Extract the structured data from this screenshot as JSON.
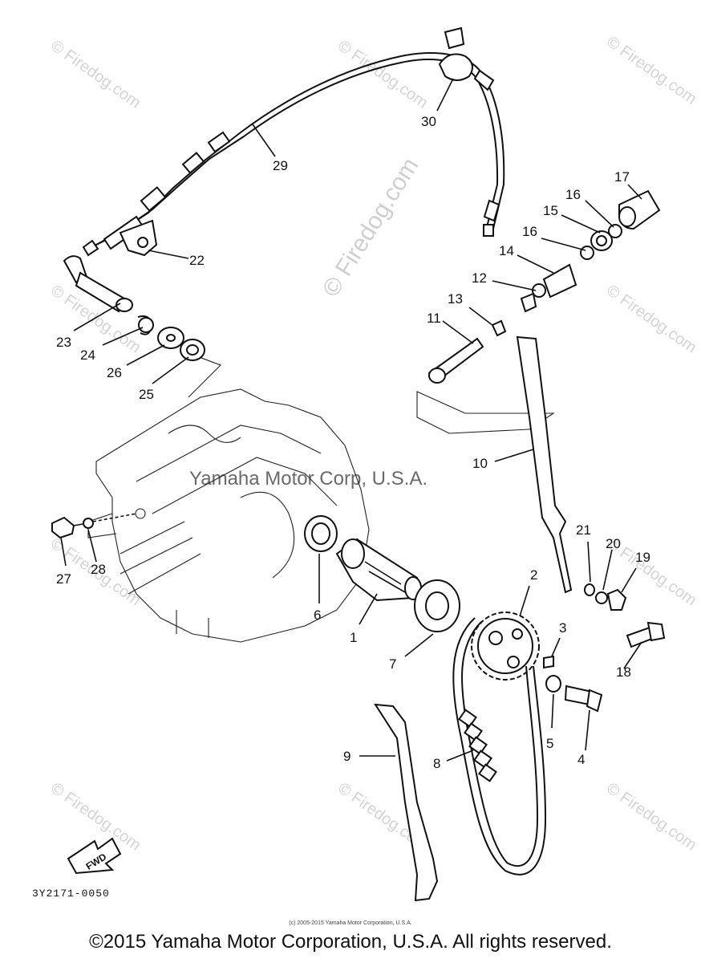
{
  "diagram": {
    "code": "3Y2171-0050",
    "arrow_label": "FWD",
    "watermark_text": "© Firedog.com",
    "center_watermark": "Yamaha Motor Corp, U.S.A.",
    "small_credit": "(c) 2005-2015 Yamaha Motor Corporation, U.S.A.",
    "copyright": "©2015 Yamaha Motor Corporation, U.S.A. All rights reserved."
  },
  "callouts": {
    "c1": "1",
    "c2": "2",
    "c3": "3",
    "c4": "4",
    "c5": "5",
    "c6": "6",
    "c7": "7",
    "c8": "8",
    "c9": "9",
    "c10": "10",
    "c11": "11",
    "c12": "12",
    "c13": "13",
    "c14": "14",
    "c15": "15",
    "c16a": "16",
    "c16b": "16",
    "c17": "17",
    "c18": "18",
    "c19": "19",
    "c20": "20",
    "c21": "21",
    "c22": "22",
    "c23": "23",
    "c24": "24",
    "c25": "25",
    "c26": "26",
    "c27": "27",
    "c28": "28",
    "c29": "29",
    "c30": "30"
  },
  "colors": {
    "line": "#111111",
    "watermark": "#d4d4d4",
    "background": "#ffffff"
  }
}
